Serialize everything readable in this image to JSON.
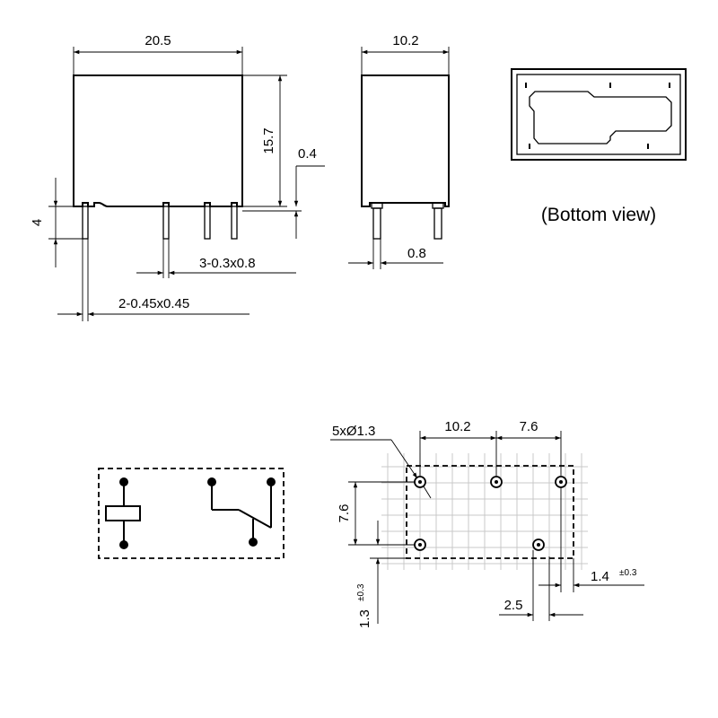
{
  "side_view": {
    "width_label": "20.5",
    "height_label": "15.7",
    "pin_length_label": "4",
    "standoff_label": "0.4",
    "flat_pins_label": "3-0.3x0.8",
    "square_pins_label": "2-0.45x0.45"
  },
  "end_view": {
    "width_label": "10.2",
    "pin_width_label": "0.8"
  },
  "bottom_view": {
    "caption": "(Bottom view)"
  },
  "pcb_layout": {
    "holes_label": "5xØ1.3",
    "pitch_x1_label": "10.2",
    "pitch_x2_label": "7.6",
    "pitch_y_label": "7.6",
    "offset_y_label": "1.3",
    "offset_y_tol": "±0.3",
    "offset_x_label": "1.4",
    "offset_x_tol": "±0.3",
    "grid_label": "2.5"
  }
}
